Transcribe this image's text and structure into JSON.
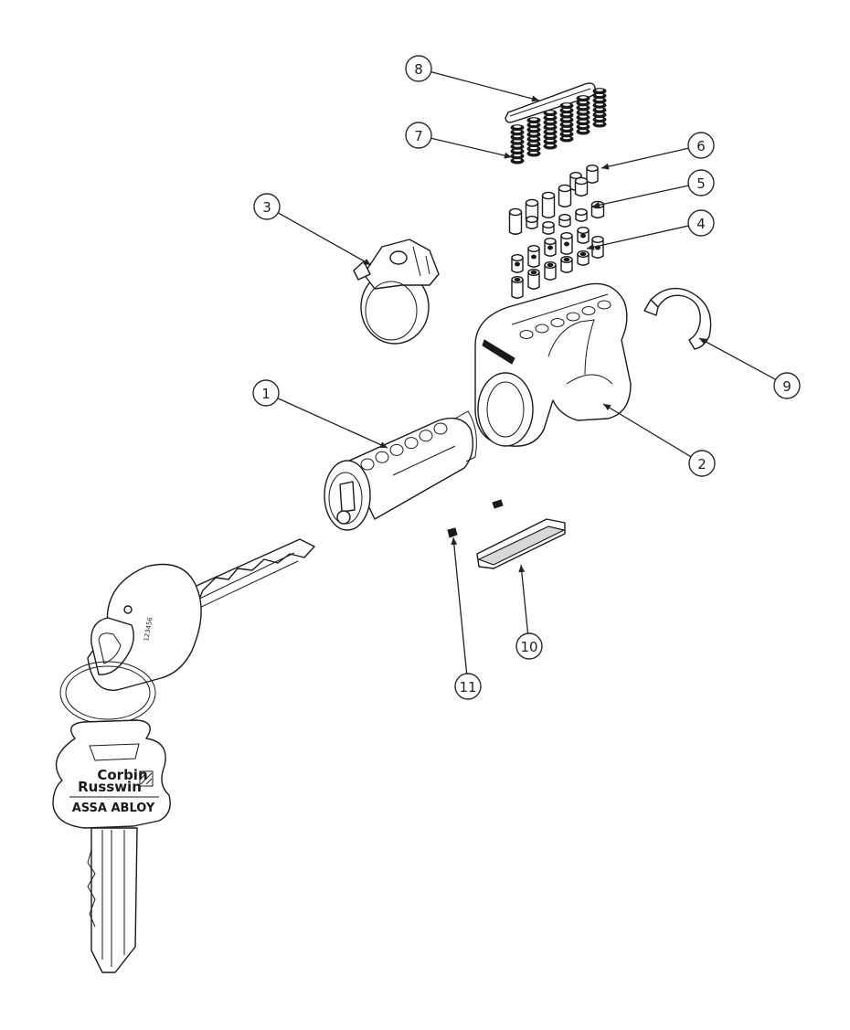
{
  "callouts": [
    {
      "id": "1",
      "label": "1"
    },
    {
      "id": "2",
      "label": "2"
    },
    {
      "id": "3",
      "label": "3"
    },
    {
      "id": "4",
      "label": "4"
    },
    {
      "id": "5",
      "label": "5"
    },
    {
      "id": "6",
      "label": "6"
    },
    {
      "id": "7",
      "label": "7"
    },
    {
      "id": "8",
      "label": "8"
    },
    {
      "id": "9",
      "label": "9"
    },
    {
      "id": "10",
      "label": "10"
    },
    {
      "id": "11",
      "label": "11"
    }
  ],
  "key_bow": {
    "brand_line1": "Corbin",
    "brand_line2": "Russwin",
    "parent": "ASSA ABLOY"
  },
  "key_blank": {
    "number": "123456"
  },
  "colors": {
    "ink": "#1a1a1a",
    "paper": "#ffffff"
  }
}
